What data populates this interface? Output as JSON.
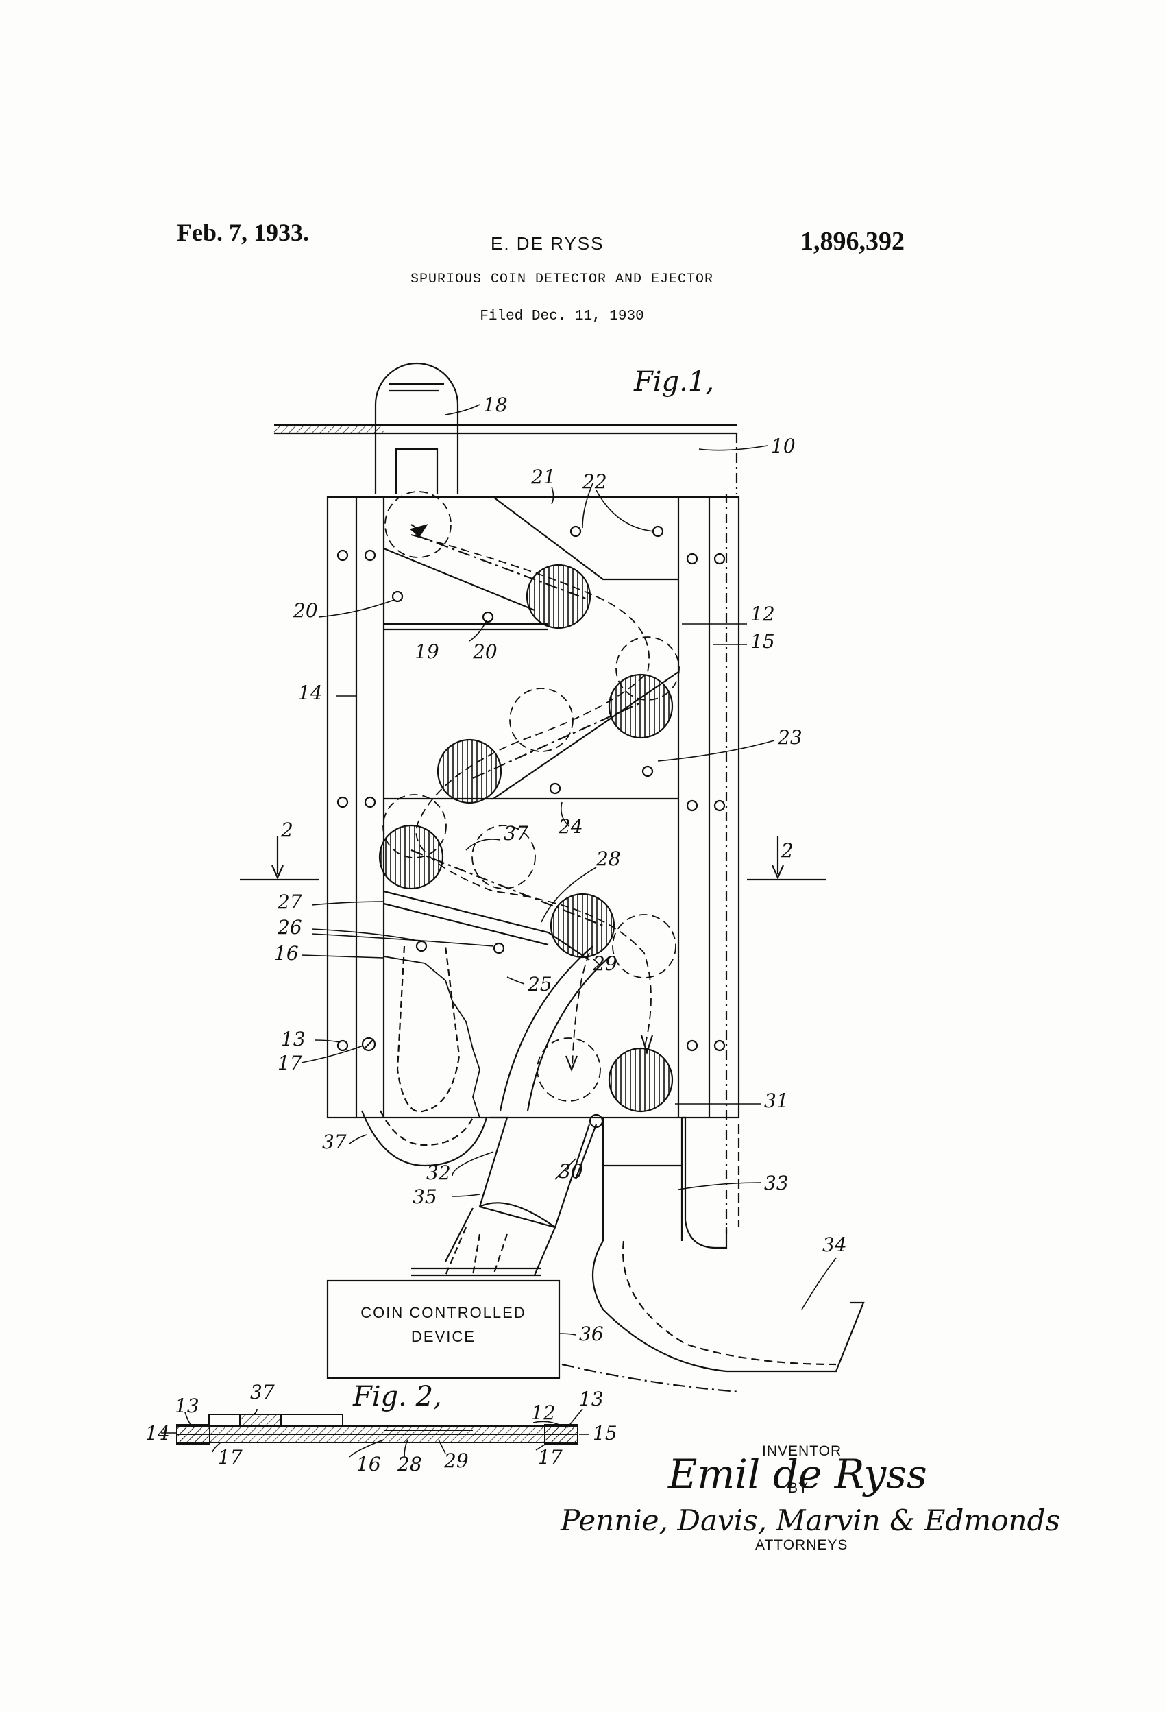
{
  "header": {
    "date": "Feb. 7, 1933.",
    "inventor": "E. DE RYSS",
    "patent_number": "1,896,392",
    "title": "SPURIOUS COIN DETECTOR AND EJECTOR",
    "filed": "Filed Dec. 11, 1930"
  },
  "figures": {
    "fig1_caption": "Fig.1,",
    "fig2_caption": "Fig. 2,",
    "device_box_line1": "COIN CONTROLLED",
    "device_box_line2": "DEVICE",
    "section_mark": "2"
  },
  "labels": {
    "l10": "10",
    "l12": "12",
    "l13": "13",
    "l14": "14",
    "l15": "15",
    "l16": "16",
    "l17": "17",
    "l18": "18",
    "l19": "19",
    "l20": "20",
    "l21": "21",
    "l22": "22",
    "l23": "23",
    "l24": "24",
    "l25": "25",
    "l26": "26",
    "l27": "27",
    "l28": "28",
    "l29": "29",
    "l30": "30",
    "l31": "31",
    "l32": "32",
    "l33": "33",
    "l34": "34",
    "l35": "35",
    "l36": "36",
    "l37": "37"
  },
  "signature_block": {
    "inventor_label": "INVENTOR",
    "inventor_signature": "Emil de Ryss",
    "by_label": "BY",
    "attorneys_signature": "Pennie, Davis, Marvin & Edmonds",
    "attorneys_label": "ATTORNEYS"
  }
}
